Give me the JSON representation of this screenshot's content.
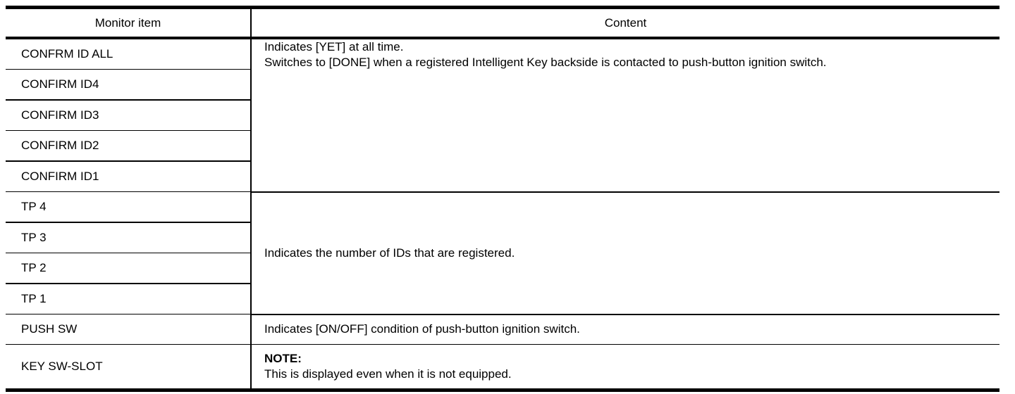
{
  "table": {
    "headers": {
      "monitor_item": "Monitor item",
      "content": "Content"
    },
    "groups": [
      {
        "items": [
          "CONFRM ID ALL",
          "CONFIRM ID4",
          "CONFIRM ID3",
          "CONFIRM ID2",
          "CONFIRM ID1"
        ],
        "content_lines": [
          "Indicates [YET] at all time.",
          "Switches to [DONE] when a registered Intelligent Key backside is contacted to push-button ignition switch."
        ]
      },
      {
        "items": [
          "TP 4",
          "TP 3",
          "TP 2",
          "TP 1"
        ],
        "content_lines": [
          "Indicates the number of IDs that are registered."
        ]
      },
      {
        "items": [
          "PUSH SW"
        ],
        "content_lines": [
          "Indicates [ON/OFF] condition of push-button ignition switch."
        ]
      },
      {
        "items": [
          "KEY SW-SLOT"
        ],
        "note_label": "NOTE:",
        "content_lines": [
          "This is displayed even when it is not equipped."
        ]
      }
    ]
  }
}
